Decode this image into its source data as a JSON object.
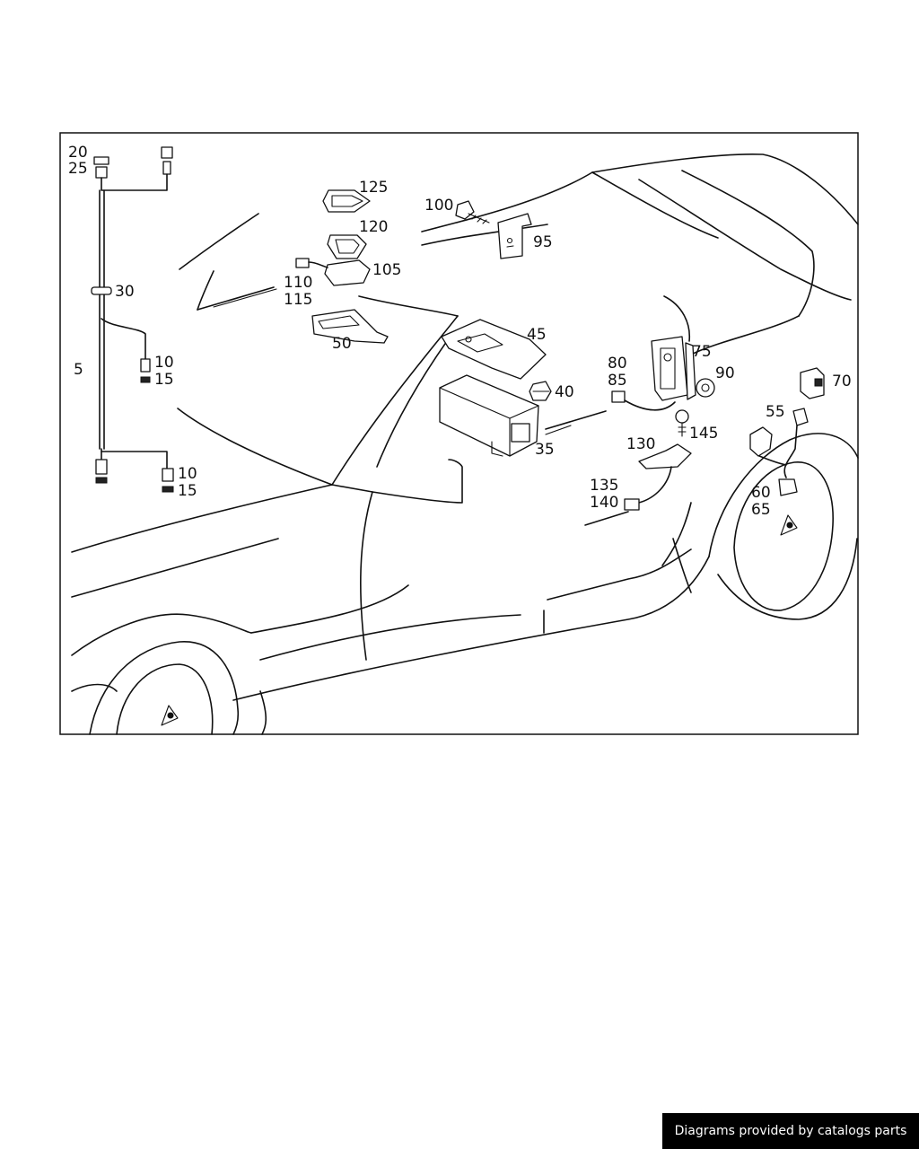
{
  "callouts": {
    "c20": "20",
    "c25": "25",
    "c30": "30",
    "c5": "5",
    "c10a": "10",
    "c15a": "15",
    "c10b": "10",
    "c15b": "15",
    "c125": "125",
    "c120": "120",
    "c105": "105",
    "c110": "110",
    "c115": "115",
    "c50": "50",
    "c100": "100",
    "c95": "95",
    "c45": "45",
    "c40": "40",
    "c35": "35",
    "c80": "80",
    "c85": "85",
    "c75": "75",
    "c90": "90",
    "c70": "70",
    "c145": "145",
    "c130": "130",
    "c135": "135",
    "c140": "140",
    "c55": "55",
    "c60": "60",
    "c65": "65"
  },
  "footer": {
    "text": "Diagrams provided by catalogs parts"
  }
}
